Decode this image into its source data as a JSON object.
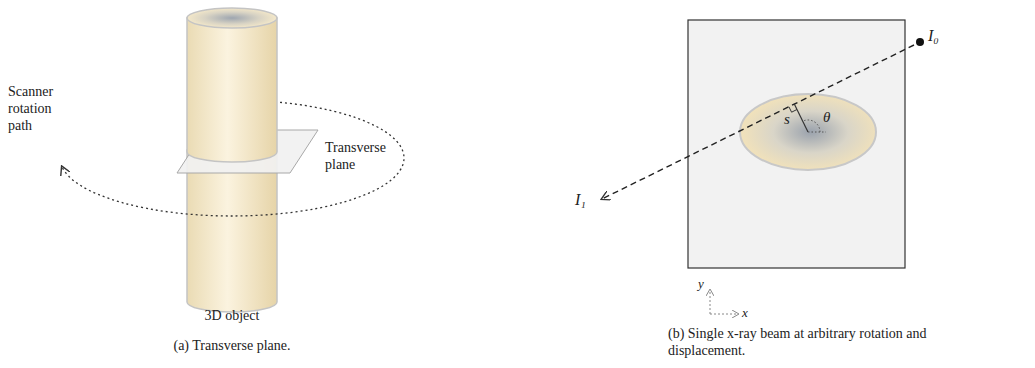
{
  "diagram": {
    "labels": [
      "Scanner rotation path",
      "Transverse plane",
      "3D object",
      "(a) Transverse plane.",
      "I₀",
      "I₁",
      "s",
      "θ",
      "y",
      "x",
      "(b) Single x-ray beam at arbitrary rotation and displacement."
    ]
  }
}
